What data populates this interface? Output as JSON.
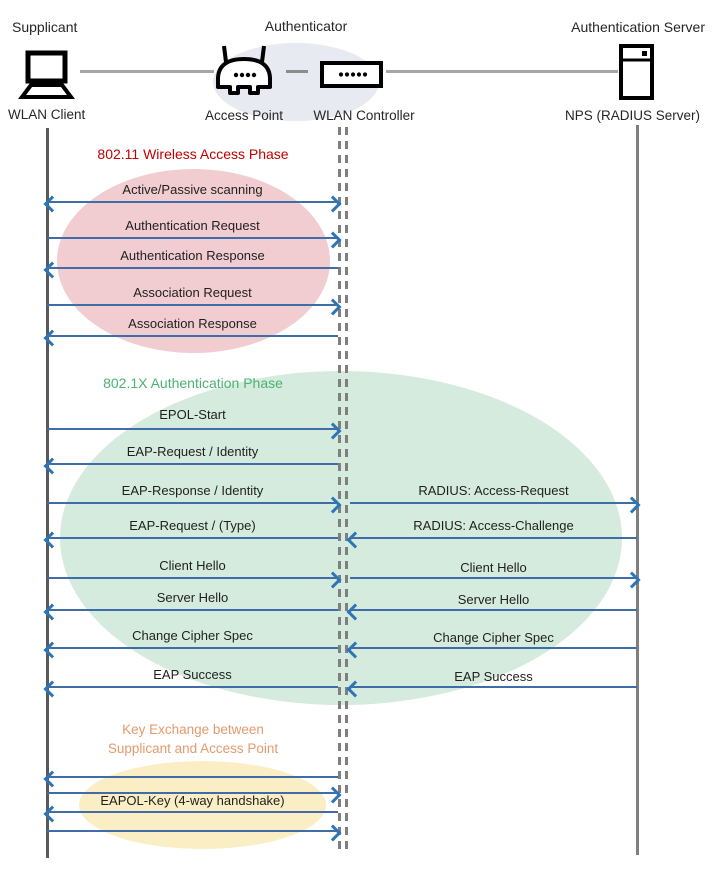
{
  "actors": {
    "supplicant": {
      "role": "Supplicant",
      "device": "WLAN Client"
    },
    "authenticator": {
      "role": "Authenticator",
      "access_point": "Access Point",
      "wlan_controller": "WLAN Controller"
    },
    "server": {
      "role": "Authentication Server",
      "device": "NPS (RADIUS Server)"
    }
  },
  "icons": {
    "supplicant": "laptop-icon",
    "access_point": "access-point-icon",
    "wlan_controller": "wlan-controller-icon",
    "server": "server-icon"
  },
  "colors": {
    "arrow_shaft": "#3E6DA8",
    "arrow_head": "#2E75B6",
    "lifeline_dark": "#595959",
    "lifeline_gray": "#7F7F7F",
    "connector_gray": "#A6A6A6",
    "phase1_title": "#C00000",
    "phase1_ellipse": "#F1CDD1",
    "phase2_title": "#4CB272",
    "phase2_ellipse": "#D5EBDD",
    "phase3_title": "#E49A6D",
    "phase3_ellipse": "#FBEEC4",
    "authenticator_ellipse": "#E8EAF2"
  },
  "phases": [
    {
      "title": "802.11 Wireless Access Phase",
      "messages": [
        {
          "label": "Active/Passive scanning",
          "from": "WLAN Client",
          "to": "WLAN Controller",
          "direction": "both"
        },
        {
          "label": "Authentication Request",
          "from": "WLAN Client",
          "to": "WLAN Controller",
          "direction": "right"
        },
        {
          "label": "Authentication Response",
          "from": "WLAN Controller",
          "to": "WLAN Client",
          "direction": "left"
        },
        {
          "label": "Association Request",
          "from": "WLAN Client",
          "to": "WLAN Controller",
          "direction": "right"
        },
        {
          "label": "Association Response",
          "from": "WLAN Controller",
          "to": "WLAN Client",
          "direction": "left"
        }
      ]
    },
    {
      "title": "802.1X Authentication Phase",
      "messages": [
        {
          "label": "EPOL-Start",
          "segment": "client-controller",
          "direction": "right"
        },
        {
          "label": "EAP-Request / Identity",
          "segment": "client-controller",
          "direction": "left"
        },
        {
          "label": "EAP-Response / Identity",
          "segment": "client-controller",
          "direction": "right"
        },
        {
          "label": "RADIUS: Access-Request",
          "segment": "controller-server",
          "direction": "right"
        },
        {
          "label": "EAP-Request / (Type)",
          "segment": "client-controller",
          "direction": "left"
        },
        {
          "label": "RADIUS: Access-Challenge",
          "segment": "controller-server",
          "direction": "left"
        },
        {
          "label": "Client Hello",
          "segment": "client-controller",
          "direction": "right"
        },
        {
          "label": "Client Hello",
          "segment": "controller-server",
          "direction": "right"
        },
        {
          "label": "Server Hello",
          "segment": "client-controller",
          "direction": "left"
        },
        {
          "label": "Server Hello",
          "segment": "controller-server",
          "direction": "left"
        },
        {
          "label": "Change Cipher Spec",
          "segment": "client-controller",
          "direction": "left"
        },
        {
          "label": "Change Cipher Spec",
          "segment": "controller-server",
          "direction": "left"
        },
        {
          "label": "EAP Success",
          "segment": "client-controller",
          "direction": "left"
        },
        {
          "label": "EAP Success",
          "segment": "controller-server",
          "direction": "left"
        }
      ]
    },
    {
      "title_line1": "Key Exchange between",
      "title_line2": "Supplicant and Access Point",
      "messages": [
        {
          "label": "",
          "segment": "client-controller",
          "direction": "left"
        },
        {
          "label": "",
          "segment": "client-controller",
          "direction": "right"
        },
        {
          "label": "EAPOL-Key (4-way handshake)",
          "segment": "client-controller",
          "direction": "left"
        },
        {
          "label": "",
          "segment": "client-controller",
          "direction": "right"
        }
      ]
    }
  ]
}
